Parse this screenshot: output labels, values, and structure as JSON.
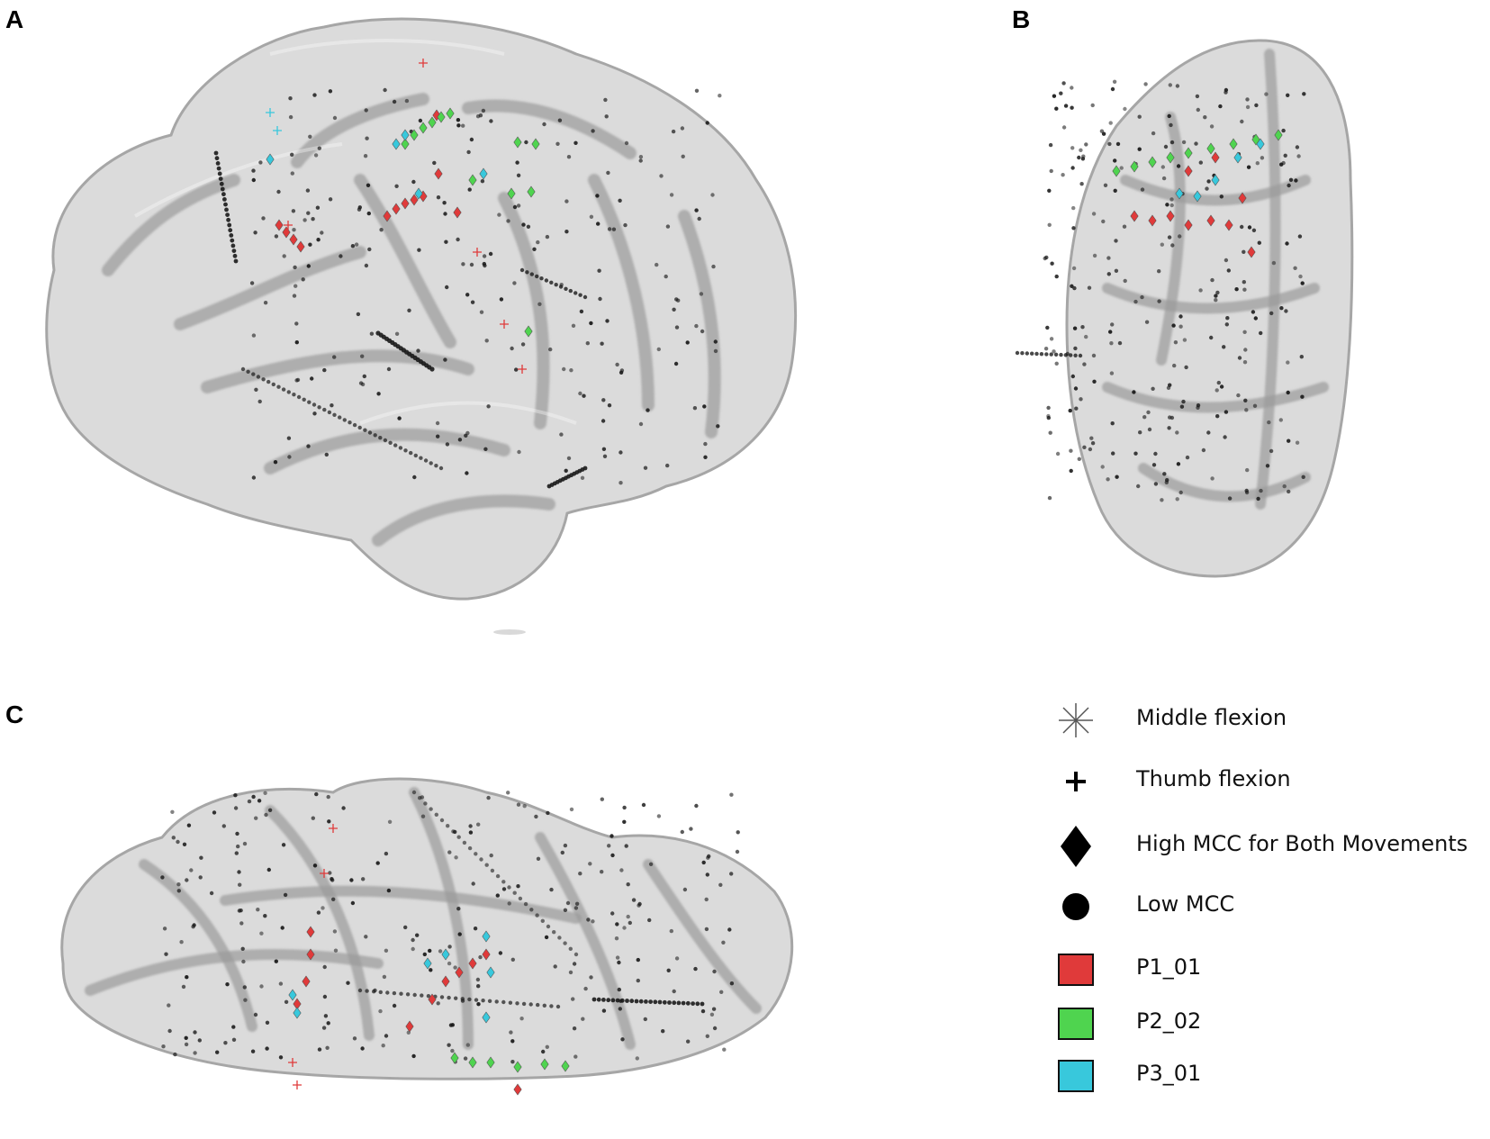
{
  "panels": {
    "a": {
      "label": "A"
    },
    "b": {
      "label": "B"
    },
    "c": {
      "label": "C"
    }
  },
  "legend": {
    "items": [
      {
        "symbol": "asterisk-icon",
        "label": "Middle flexion"
      },
      {
        "symbol": "plus-icon",
        "label": "Thumb flexion"
      },
      {
        "symbol": "diamond-icon",
        "label": "High MCC for Both Movements"
      },
      {
        "symbol": "circle-icon",
        "label": "Low MCC"
      },
      {
        "symbol": "square-icon",
        "label": "P1_01",
        "color": "#e03a3a"
      },
      {
        "symbol": "square-icon",
        "label": "P2_02",
        "color": "#4fd44f"
      },
      {
        "symbol": "square-icon",
        "label": "P3_01",
        "color": "#38c8dc"
      }
    ]
  },
  "colors": {
    "brain_fill": "#c9c9c9",
    "brain_fold": "#9a9a9a",
    "electrode_low": "#1a1a1a",
    "p1": "#e03a3a",
    "p2": "#4fd44f",
    "p3": "#38c8dc"
  }
}
